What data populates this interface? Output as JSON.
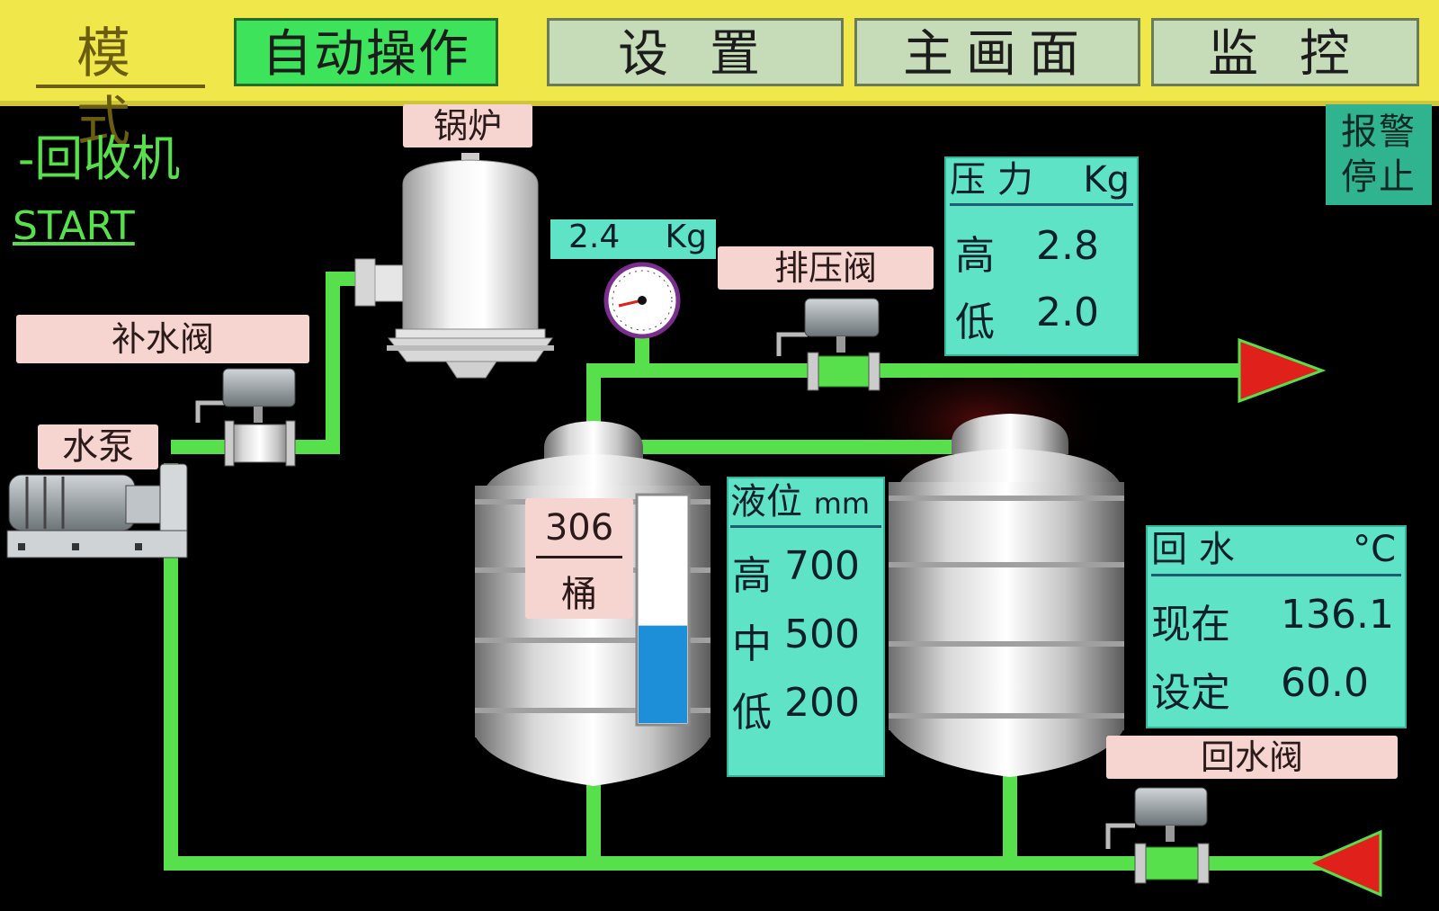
{
  "topbar": {
    "mode_label": "模 式",
    "buttons": [
      {
        "label": "自动操作",
        "active": true
      },
      {
        "label": "设 置",
        "active": false
      },
      {
        "label": "主画面",
        "active": false
      },
      {
        "label": "监 控",
        "active": false
      }
    ]
  },
  "machine_title": "-回收机",
  "start_label": "START",
  "alarm_stop": {
    "line1": "报警",
    "line2": "停止"
  },
  "tags": {
    "boiler": "锅炉",
    "makeup_valve": "补水阀",
    "pump": "水泵",
    "vent_valve": "排压阀",
    "return_valve": "回水阀"
  },
  "gauge": {
    "value": "2.4",
    "unit": "Kg"
  },
  "pressure_panel": {
    "title": "压 力",
    "unit": "Kg",
    "high_label": "高",
    "high_value": "2.8",
    "low_label": "低",
    "low_value": "2.0"
  },
  "tank_display": {
    "value": "306",
    "unit": "桶",
    "level_fraction": 0.43
  },
  "level_panel": {
    "title": "液位",
    "unit": "mm",
    "high_label": "高",
    "high_value": "700",
    "mid_label": "中",
    "mid_value": "500",
    "low_label": "低",
    "low_value": "200"
  },
  "return_panel": {
    "title": "回 水",
    "unit": "°C",
    "current_label": "现在",
    "current_value": "136.1",
    "set_label": "设定",
    "set_value": "60.0"
  },
  "colors": {
    "pipe": "#58e04c",
    "arrow": "#e0201a",
    "panel": "#5fe3c6",
    "tag": "#f6d4d0",
    "level_fill": "#1c8fd8",
    "topbar": "#f0e84a"
  }
}
